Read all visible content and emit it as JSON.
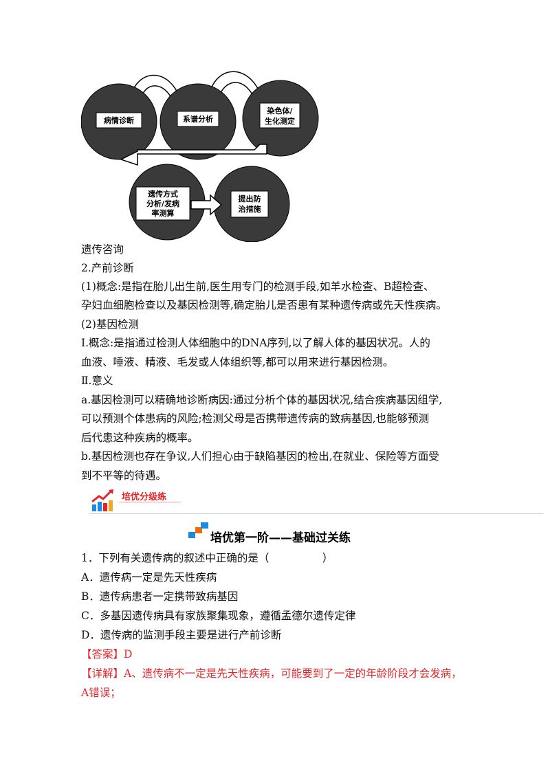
{
  "diagram": {
    "nodes": [
      {
        "id": "n1",
        "label_lines": [
          "病情诊断"
        ]
      },
      {
        "id": "n2",
        "label_lines": [
          "系谱分析"
        ]
      },
      {
        "id": "n3",
        "label_lines": [
          "染色体/",
          "生化测定"
        ]
      },
      {
        "id": "n4",
        "label_lines": [
          "遗传方式",
          "分析/发病",
          "率测算"
        ]
      },
      {
        "id": "n5",
        "label_lines": [
          "提出防",
          "治措施"
        ]
      }
    ]
  },
  "content": {
    "diagram_caption": "遗传咨询",
    "heading_2": "2.产前诊断",
    "p1_line1": "(1)概念:是指在胎儿出生前,医生用专门的检测手段,如羊水检查、B超检查、",
    "p1_line2": "孕妇血细胞检查以及基因检测等,确定胎儿是否患有某种遗传病或先天性疾病。",
    "sub2": "(2)基因检测",
    "p2_line1": "Ⅰ.概念:是指通过检测人体细胞中的DNA序列,以了解人体的基因状况。人的",
    "p2_line2": "血液、唾液、精液、毛发或人体组织等,都可以用来进行基因检测。",
    "sub3": "Ⅱ.意义",
    "p3_line1": "a.基因检测可以精确地诊断病因:通过分析个体的基因状况,结合疾病基因组学,",
    "p3_line2": "可以预测个体患病的风险;检测父母是否携带遗传病的致病基因,也能够预测",
    "p3_line3": "后代患这种疾病的概率。",
    "p4_line1": "b.基因检测也存在争议,人们担心由于缺陷基因的检出,在就业、保险等方面受",
    "p4_line2": "到不平等的待遇。"
  },
  "badge": {
    "label": "培优分级练"
  },
  "section": {
    "title": "培优第一阶——基础过关练"
  },
  "question": {
    "stem": "1．下列有关遗传病的叙述中正确的是（　　　　　）",
    "options": [
      "A．遗传病一定是先天性疾病",
      "B．遗传病患者一定携带致病基因",
      "C．多基因遗传病具有家族聚集现象，遵循孟德尔遗传定律",
      "D．遗传病的监测手段主要是进行产前诊断"
    ],
    "answer": "【答案】D",
    "explain_line1": "【详解】A、遗传病不一定是先天性疾病，可能要到了一定的年龄阶段才会发病，",
    "explain_line2": "A错误；"
  },
  "colors": {
    "red": "#e3262a",
    "circle": "#3a3a3a",
    "blue": "#1e88e5"
  }
}
